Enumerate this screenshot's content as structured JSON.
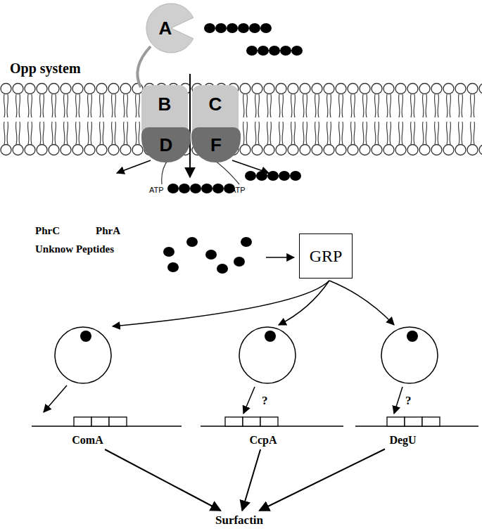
{
  "diagram": {
    "nodes": [
      {
        "text": [
          "A"
        ]
      },
      {
        "text": [
          "B"
        ]
      },
      {
        "text": [
          "C"
        ]
      },
      {
        "text": [
          "D"
        ]
      },
      {
        "text": [
          "F"
        ]
      },
      {
        "text": [
          "GRP"
        ]
      },
      {
        "text": [
          "ComA"
        ]
      },
      {
        "text": [
          "CcpA"
        ]
      },
      {
        "text": [
          "DegU"
        ]
      },
      {
        "text": [
          "Surfactin"
        ]
      }
    ],
    "edges": [
      {
        "from": 6,
        "to": 9,
        "arrow": "to"
      },
      {
        "from": 7,
        "to": 9,
        "arrow": "to"
      },
      {
        "from": 8,
        "to": 9,
        "arrow": "to"
      }
    ],
    "labels": [
      "Opp system",
      "ATP",
      "ATP",
      "PhrC",
      "PhrA",
      "Unknow Peptides",
      "?",
      "?"
    ]
  }
}
